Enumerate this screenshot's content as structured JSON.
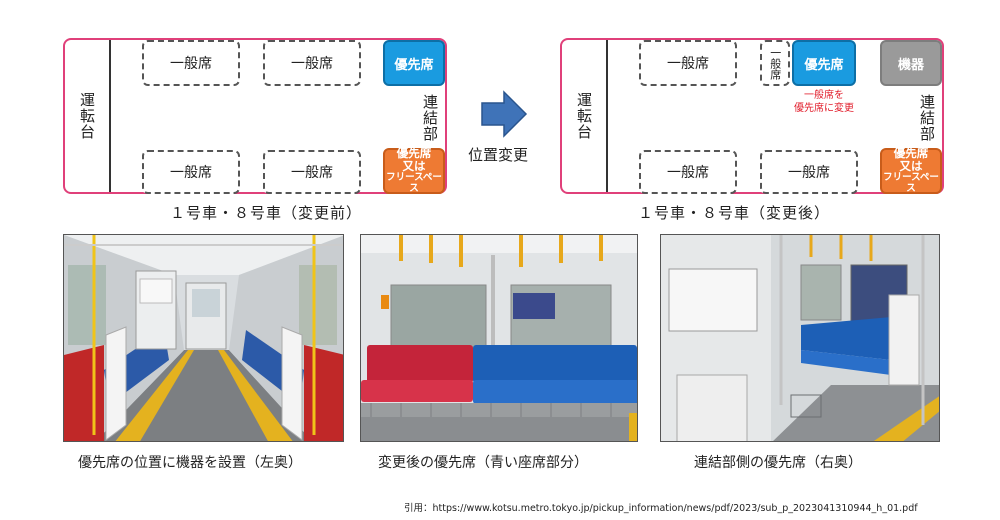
{
  "diagram": {
    "before": {
      "cab_label": "運転台",
      "coupler_label": "連結部",
      "general_seat": "一般席",
      "priority_seat": "優先席",
      "priority_or_free_line1": "優先席",
      "priority_or_free_line2": "又は",
      "priority_or_free_line3": "フリースペース",
      "caption": "１号車・８号車（変更前）"
    },
    "arrow_label": "位置変更",
    "after": {
      "cab_label": "運転台",
      "coupler_label": "連結部",
      "general_seat": "一般席",
      "general_seat_narrow": "一般席",
      "priority_seat": "優先席",
      "equipment": "機器",
      "change_note_line1": "一般席を",
      "change_note_line2": "優先席に変更",
      "priority_or_free_line1": "優先席",
      "priority_or_free_line2": "又は",
      "priority_or_free_line3": "フリースペース",
      "caption": "１号車・８号車（変更後）"
    }
  },
  "photos": [
    {
      "caption": "優先席の位置に機器を設置（左奥）"
    },
    {
      "caption": "変更後の優先席（青い座席部分）"
    },
    {
      "caption": "連結部側の優先席（右奥）"
    }
  ],
  "citation": "引用：https://www.kotsu.metro.tokyo.jp/pickup_information/news/pdf/2023/sub_p_2023041310944_h_01.pdf",
  "colors": {
    "car_border": "#e0407a",
    "priority_blue": "#1a9be0",
    "priority_orange": "#ee7a33",
    "equipment_gray": "#9a9a9a",
    "arrow_blue": "#3f73b8",
    "note_red": "#e11d2b"
  }
}
